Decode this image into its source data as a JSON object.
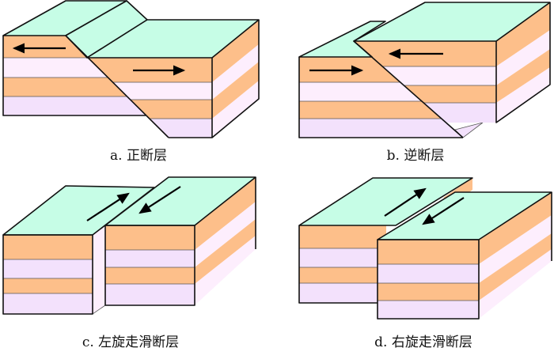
{
  "panels": [
    {
      "label": "a. 正断层"
    },
    {
      "label": "b. 逆断层"
    },
    {
      "label": "c. 左旋走滑断层"
    },
    {
      "label": "d. 右旋走滑断层"
    }
  ],
  "colors": {
    "surface": "#c6fde6",
    "layer_orange": "#fdbf8a",
    "layer_pink": "#fdeefd",
    "layer_purple": "#f3e1fc"
  }
}
